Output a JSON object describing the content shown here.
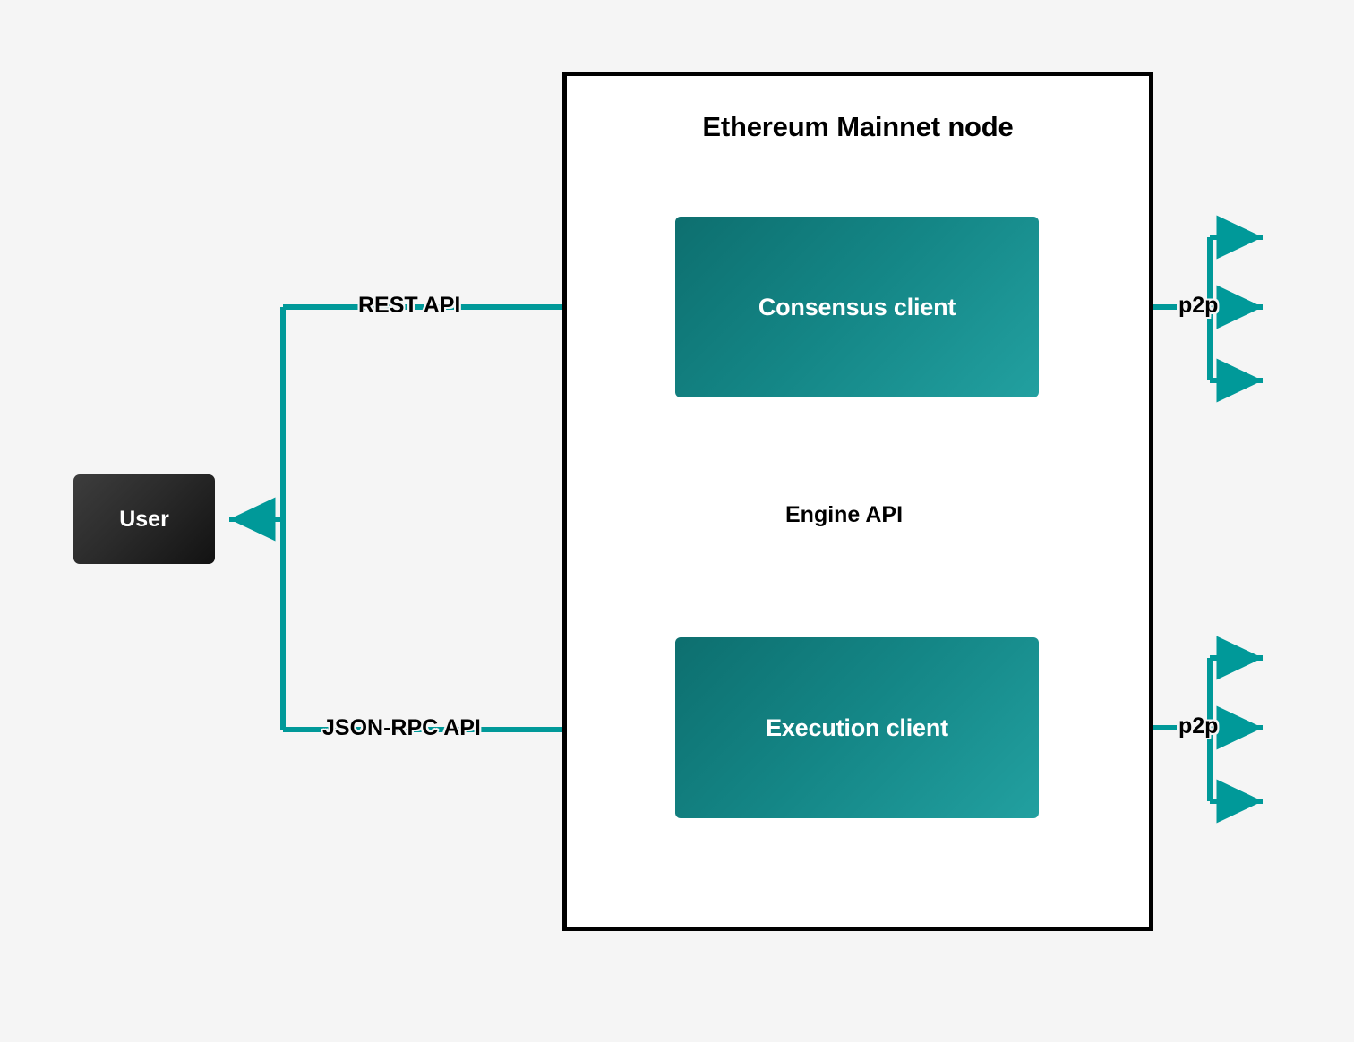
{
  "diagram": {
    "title": "Ethereum Mainnet node",
    "background_color": "#f5f5f5",
    "accent_color": "#009999",
    "node_frame_border_color": "#000000",
    "node_frame_fill": "#ffffff"
  },
  "nodes": {
    "user": {
      "label": "User",
      "fill_start": "#3d3d3d",
      "fill_end": "#121212",
      "text_color": "#ffffff"
    },
    "consensus_client": {
      "label": "Consensus client",
      "fill_start": "#0d6f6f",
      "fill_end": "#22a0a0",
      "text_color": "#ffffff"
    },
    "execution_client": {
      "label": "Execution client",
      "fill_start": "#0d6f6f",
      "fill_end": "#22a0a0",
      "text_color": "#ffffff"
    }
  },
  "edges": {
    "rest_api": {
      "label": "REST API",
      "from": "user",
      "to": "consensus_client",
      "direction": "one-way"
    },
    "json_rpc_api": {
      "label": "JSON-RPC API",
      "from": "user",
      "to": "execution_client",
      "direction": "one-way"
    },
    "engine_api": {
      "label": "Engine API",
      "from": "consensus_client",
      "to": "execution_client",
      "direction": "bidirectional"
    },
    "p2p_consensus": {
      "label": "p2p",
      "from": "peers",
      "to": "consensus_client",
      "direction": "one-way-in",
      "peer_branches": 3
    },
    "p2p_execution": {
      "label": "p2p",
      "from": "peers",
      "to": "execution_client",
      "direction": "one-way-in",
      "peer_branches": 3
    }
  }
}
